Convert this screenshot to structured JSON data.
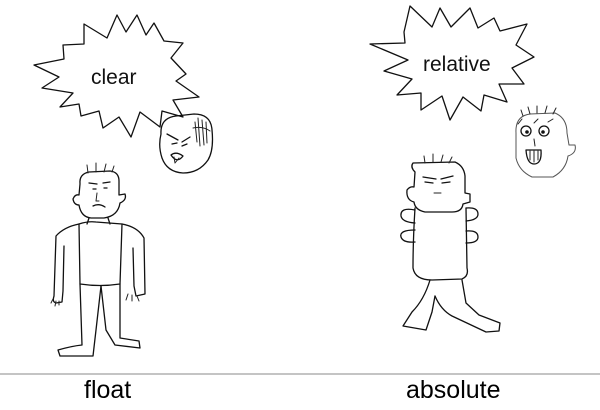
{
  "left_panel": {
    "speech_word": "clear",
    "caption": "float"
  },
  "right_panel": {
    "speech_word": "relative",
    "caption": "absolute"
  },
  "colors": {
    "ink": "#111111",
    "background": "#ffffff",
    "divider": "#888888"
  }
}
